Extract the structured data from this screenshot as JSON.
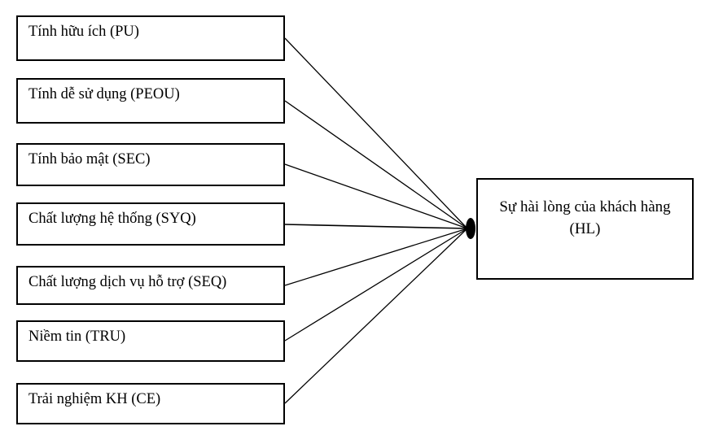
{
  "diagram": {
    "type": "research-model",
    "left_boxes": [
      {
        "label": "Tính hữu ích (PU)"
      },
      {
        "label": "Tính dễ sử dụng (PEOU)"
      },
      {
        "label": "Tính bảo mật (SEC)"
      },
      {
        "label": "Chất lượng hệ thống (SYQ)"
      },
      {
        "label": "Chất lượng dịch vụ hỗ trợ (SEQ)"
      },
      {
        "label": "Niềm tin (TRU)"
      },
      {
        "label": "Trải nghiệm KH (CE)"
      }
    ],
    "right_box": {
      "line1": "Sự hài lòng của khách hàng",
      "line2": "(HL)"
    },
    "colors": {
      "border": "#000000",
      "text": "#000000",
      "line": "#000000",
      "background": "#ffffff"
    }
  }
}
